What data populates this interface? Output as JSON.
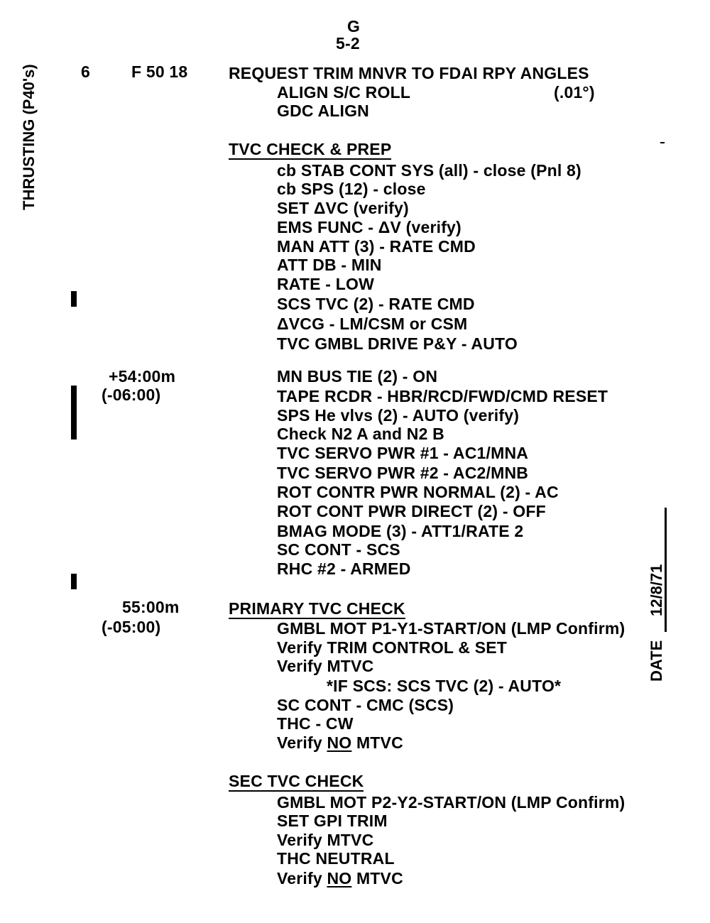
{
  "page_header": {
    "section": "G",
    "page": "5-2"
  },
  "side_title": "THRUSTING (P40's)",
  "date_block": {
    "label": "DATE",
    "value": "12/8/71"
  },
  "step": {
    "number": "6",
    "code": "F 50 18",
    "title": "REQUEST TRIM MNVR TO FDAI RPY ANGLES"
  },
  "step_items": [
    "ALIGN S/C ROLL",
    "(.01°)",
    "GDC ALIGN"
  ],
  "tvc_prep": {
    "heading": "TVC CHECK & PREP",
    "items": [
      "cb STAB CONT SYS (all) - close (Pnl 8)",
      "cb SPS (12) - close",
      "SET ΔVC (verify)",
      "EMS FUNC - ΔV (verify)",
      "MAN ATT (3) - RATE CMD",
      "ATT DB - MIN",
      "RATE - LOW",
      "SCS TVC (2) - RATE CMD",
      "ΔVCG - LM/CSM or CSM",
      "TVC GMBL DRIVE P&Y - AUTO"
    ]
  },
  "time1": {
    "get": "+54:00m",
    "delta": "(-06:00)"
  },
  "power_items": [
    "MN BUS TIE (2) - ON",
    "TAPE RCDR - HBR/RCD/FWD/CMD RESET",
    "SPS He vlvs (2) - AUTO (verify)",
    "Check N2 A and N2 B",
    "TVC SERVO PWR #1 - AC1/MNA",
    "TVC SERVO PWR #2 - AC2/MNB",
    "ROT CONTR PWR NORMAL (2) - AC",
    "ROT CONT PWR DIRECT (2) - OFF",
    "BMAG MODE (3) - ATT1/RATE 2",
    "SC CONT - SCS",
    "RHC #2 - ARMED"
  ],
  "time2": {
    "get": "55:00m",
    "delta": "(-05:00)"
  },
  "primary": {
    "heading": "PRIMARY TVC CHECK",
    "items": [
      "GMBL MOT P1-Y1-START/ON (LMP Confirm)",
      "Verify TRIM CONTROL & SET",
      "Verify MTVC",
      "*IF SCS: SCS TVC (2) - AUTO*",
      "SC CONT - CMC (SCS)",
      "THC - CW"
    ],
    "last": {
      "pre": "Verify ",
      "em": "NO",
      "post": " MTVC"
    }
  },
  "secondary": {
    "heading": "SEC TVC CHECK",
    "items": [
      "GMBL MOT P2-Y2-START/ON (LMP Confirm)",
      "SET GPI TRIM",
      "Verify MTVC",
      "THC NEUTRAL"
    ],
    "last": {
      "pre": "Verify ",
      "em": "NO",
      "post": " MTVC"
    }
  }
}
